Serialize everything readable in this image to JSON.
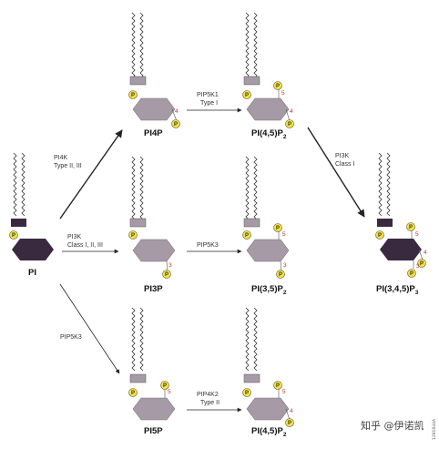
{
  "molecules": {
    "pi": {
      "name": "PI"
    },
    "pi4p": {
      "name": "PI4P"
    },
    "pi3p": {
      "name": "PI3P"
    },
    "pi5p": {
      "name": "PI5P"
    },
    "pi45p2": {
      "name": "PI(4,5)P",
      "sub": "2"
    },
    "pi35p2": {
      "name": "PI(3,5)P",
      "sub": "2"
    },
    "pi45p2b": {
      "name": "PI(4,5)P",
      "sub": "2"
    },
    "pi345p3": {
      "name": "PI(3,4,5)P",
      "sub": "3"
    }
  },
  "enzymes": {
    "pi4k": {
      "line1": "PI4K",
      "line2": "Type II, III"
    },
    "pi3k_pi": {
      "line1": "PI3K",
      "line2": "Class I, II, III"
    },
    "pip5k3_pi": {
      "line1": "PIP5K3"
    },
    "pip5k1": {
      "line1": "PIP5K1",
      "line2": "Type I"
    },
    "pip5k3_pi3p": {
      "line1": "PIP5K3"
    },
    "pip4k2": {
      "line1": "PIP4K2",
      "line2": "Type II"
    },
    "pi3k_class1": {
      "line1": "PI3K",
      "line2": "Class I"
    }
  },
  "phosphate_label": "P",
  "position_numbers": {
    "three": "3",
    "four": "4",
    "five": "5"
  },
  "watermark": {
    "text": "知乎 @伊诺凯",
    "side_code": "1280844A"
  },
  "colors": {
    "dark_ring": "#3a2a40",
    "light_ring": "#a69aa6",
    "phosphate": "#f3e13a",
    "arrow": "#222222"
  }
}
